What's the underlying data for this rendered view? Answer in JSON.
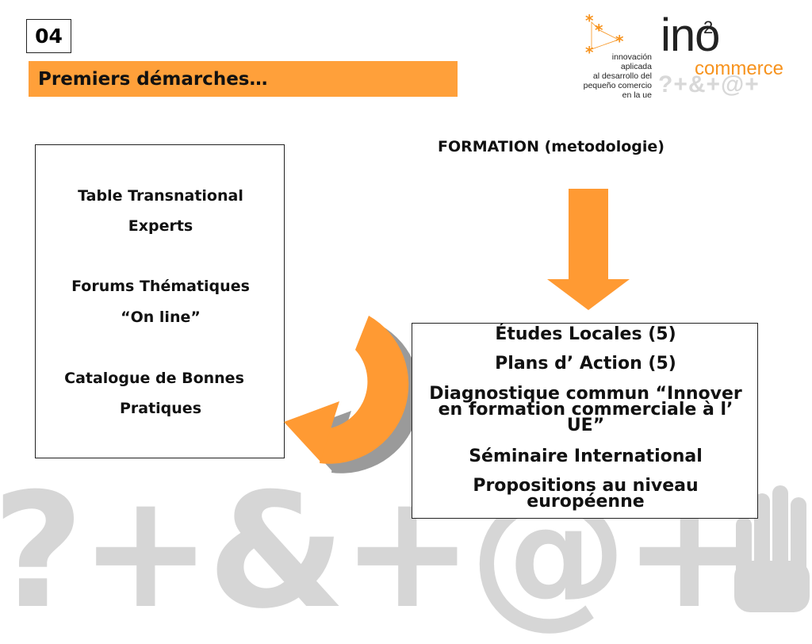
{
  "header": {
    "page_number": "04",
    "title": "Premiers démarches…"
  },
  "logo": {
    "tagline": [
      "innovación",
      "aplicada",
      "al desarrollo del",
      "pequeño comercio",
      "en la ue"
    ],
    "wordmark": "ino",
    "superscript": "2",
    "commerce": "commerce",
    "symbols": "?+&+@+",
    "star": "*",
    "accent_color": "#f7931e"
  },
  "background": {
    "symbols": "?+&+@+"
  },
  "left_box": {
    "lines": [
      "Table Transnational",
      "Experts",
      "Forums Thématiques",
      "“On line”",
      "Catalogue de Bonnes",
      "Pratiques"
    ]
  },
  "formation_label": "FORMATION (metodologie)",
  "right_box": {
    "items": [
      "Études Locales (5)",
      "Plans d’ Action (5)",
      "Diagnostique commun “Innover en formation commerciale à l’ UE”",
      "Séminaire International",
      "Propositions au niveau européenne"
    ]
  },
  "colors": {
    "orange": "#ffa03a",
    "arrow_orange": "#ff9a33",
    "shadow_gray": "#9a9a9a",
    "watermark_gray": "#d6d6d6"
  }
}
